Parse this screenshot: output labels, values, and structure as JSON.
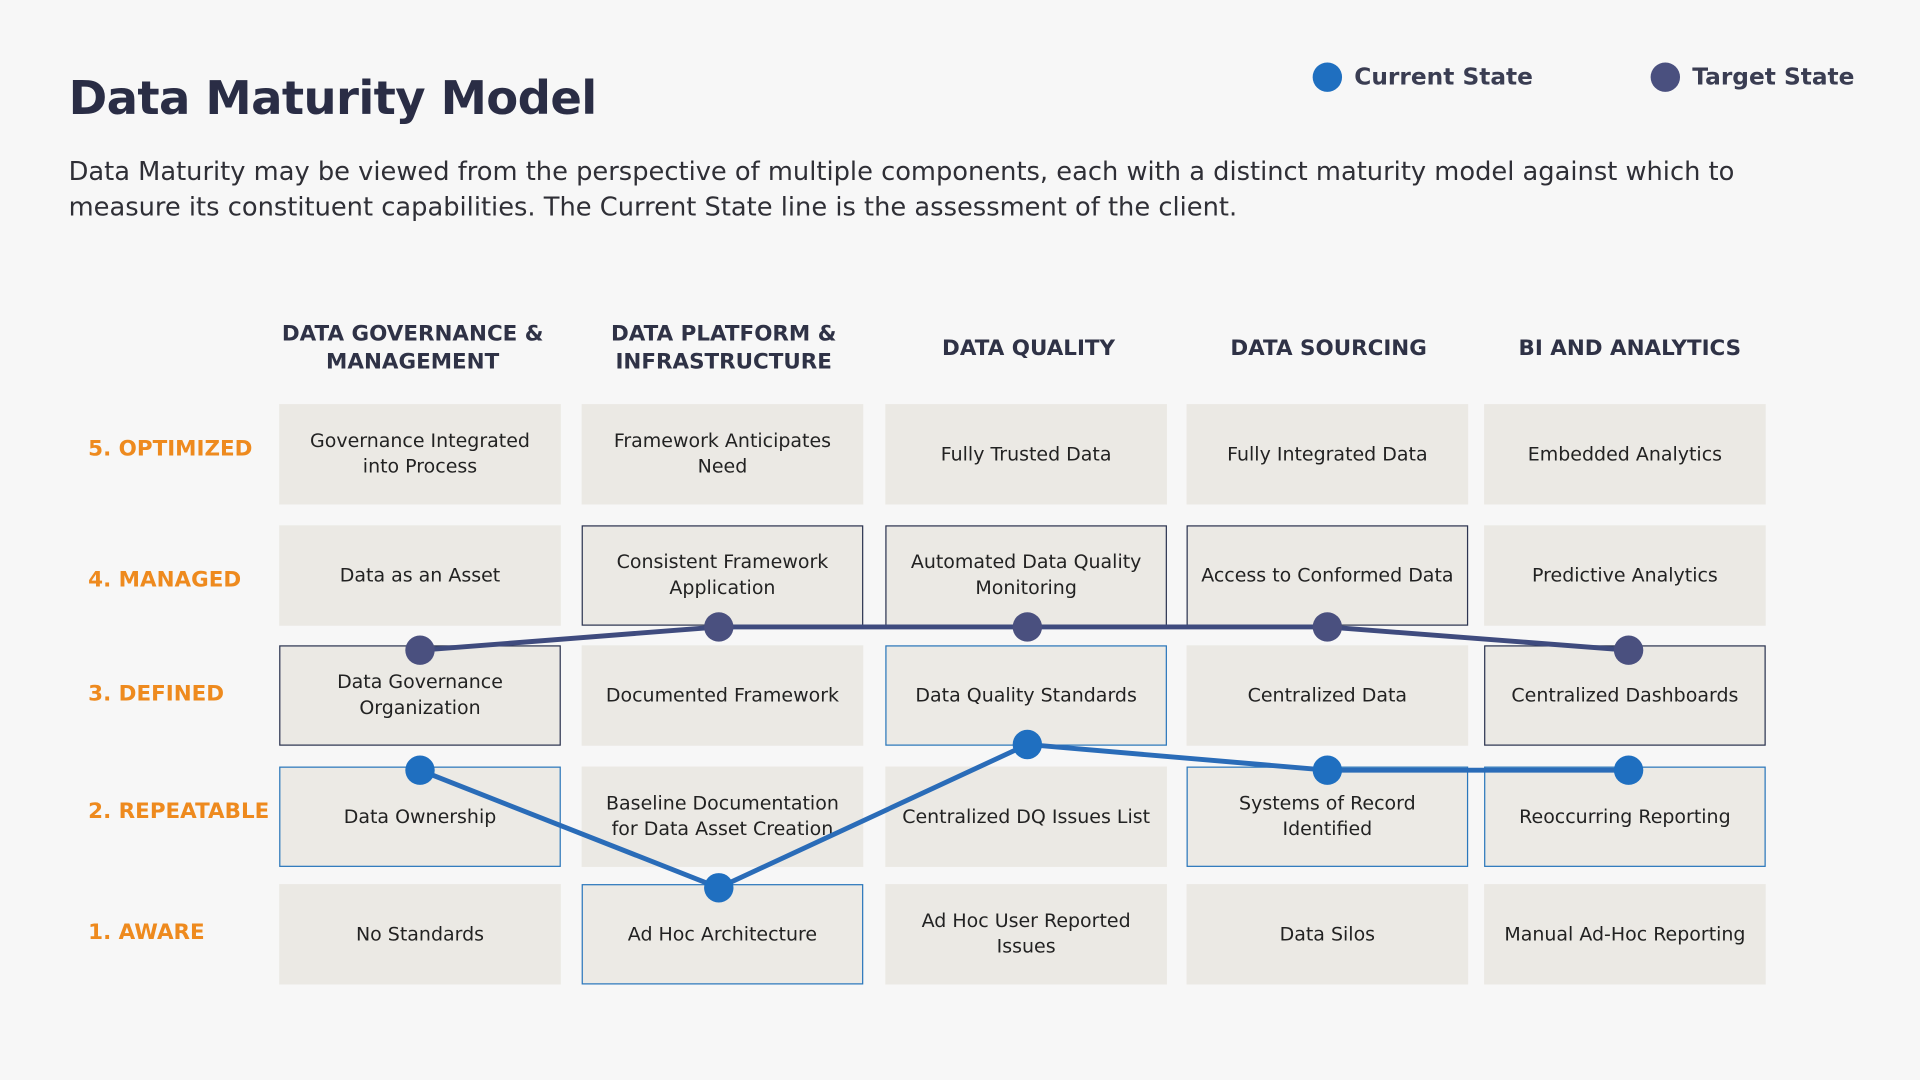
{
  "title": "Data Maturity Model",
  "subtitle": "Data Maturity may be viewed from the perspective of multiple components, each with a distinct maturity model against which to measure its constituent capabilities.  The Current State line is the assessment of the client.",
  "legend": {
    "current": {
      "label": "Current State",
      "color": "#1f6fc0"
    },
    "target": {
      "label": "Target State",
      "color": "#4a507f"
    }
  },
  "colors": {
    "level_label": "#ee8a1e",
    "cell_background": "#ebe9e4",
    "current_border": "#2a77bc",
    "target_border": "#2d3552"
  },
  "columns": [
    {
      "header": "DATA GOVERNANCE & MANAGEMENT",
      "cells": [
        "Governance Integrated into Process",
        "Data as an Asset",
        "Data Governance Organization",
        "Data Ownership",
        "No Standards"
      ],
      "current_level": 2,
      "target_level": 3
    },
    {
      "header": "DATA PLATFORM & INFRASTRUCTURE",
      "cells": [
        "Framework Anticipates Need",
        "Consistent Framework Application",
        "Documented Framework",
        "Baseline Documentation for Data Asset Creation",
        "Ad Hoc Architecture"
      ],
      "current_level": 1,
      "target_level": 4
    },
    {
      "header": "DATA QUALITY",
      "cells": [
        "Fully Trusted Data",
        "Automated Data Quality Monitoring",
        "Data Quality Standards",
        "Centralized DQ Issues List",
        "Ad Hoc User Reported Issues"
      ],
      "current_level": 3,
      "target_level": 4
    },
    {
      "header": "DATA SOURCING",
      "cells": [
        "Fully Integrated Data",
        "Access to Conformed Data",
        "Centralized Data",
        "Systems of Record Identified",
        "Data Silos"
      ],
      "current_level": 2,
      "target_level": 4
    },
    {
      "header": "BI AND ANALYTICS",
      "cells": [
        "Embedded Analytics",
        "Predictive Analytics",
        "Centralized Dashboards",
        "Reoccurring Reporting",
        "Manual Ad-Hoc Reporting"
      ],
      "current_level": 2,
      "target_level": 3
    }
  ],
  "levels": [
    "5. OPTIMIZED",
    "4. MANAGED",
    "3. DEFINED",
    "2. REPEATABLE",
    "1. AWARE"
  ]
}
